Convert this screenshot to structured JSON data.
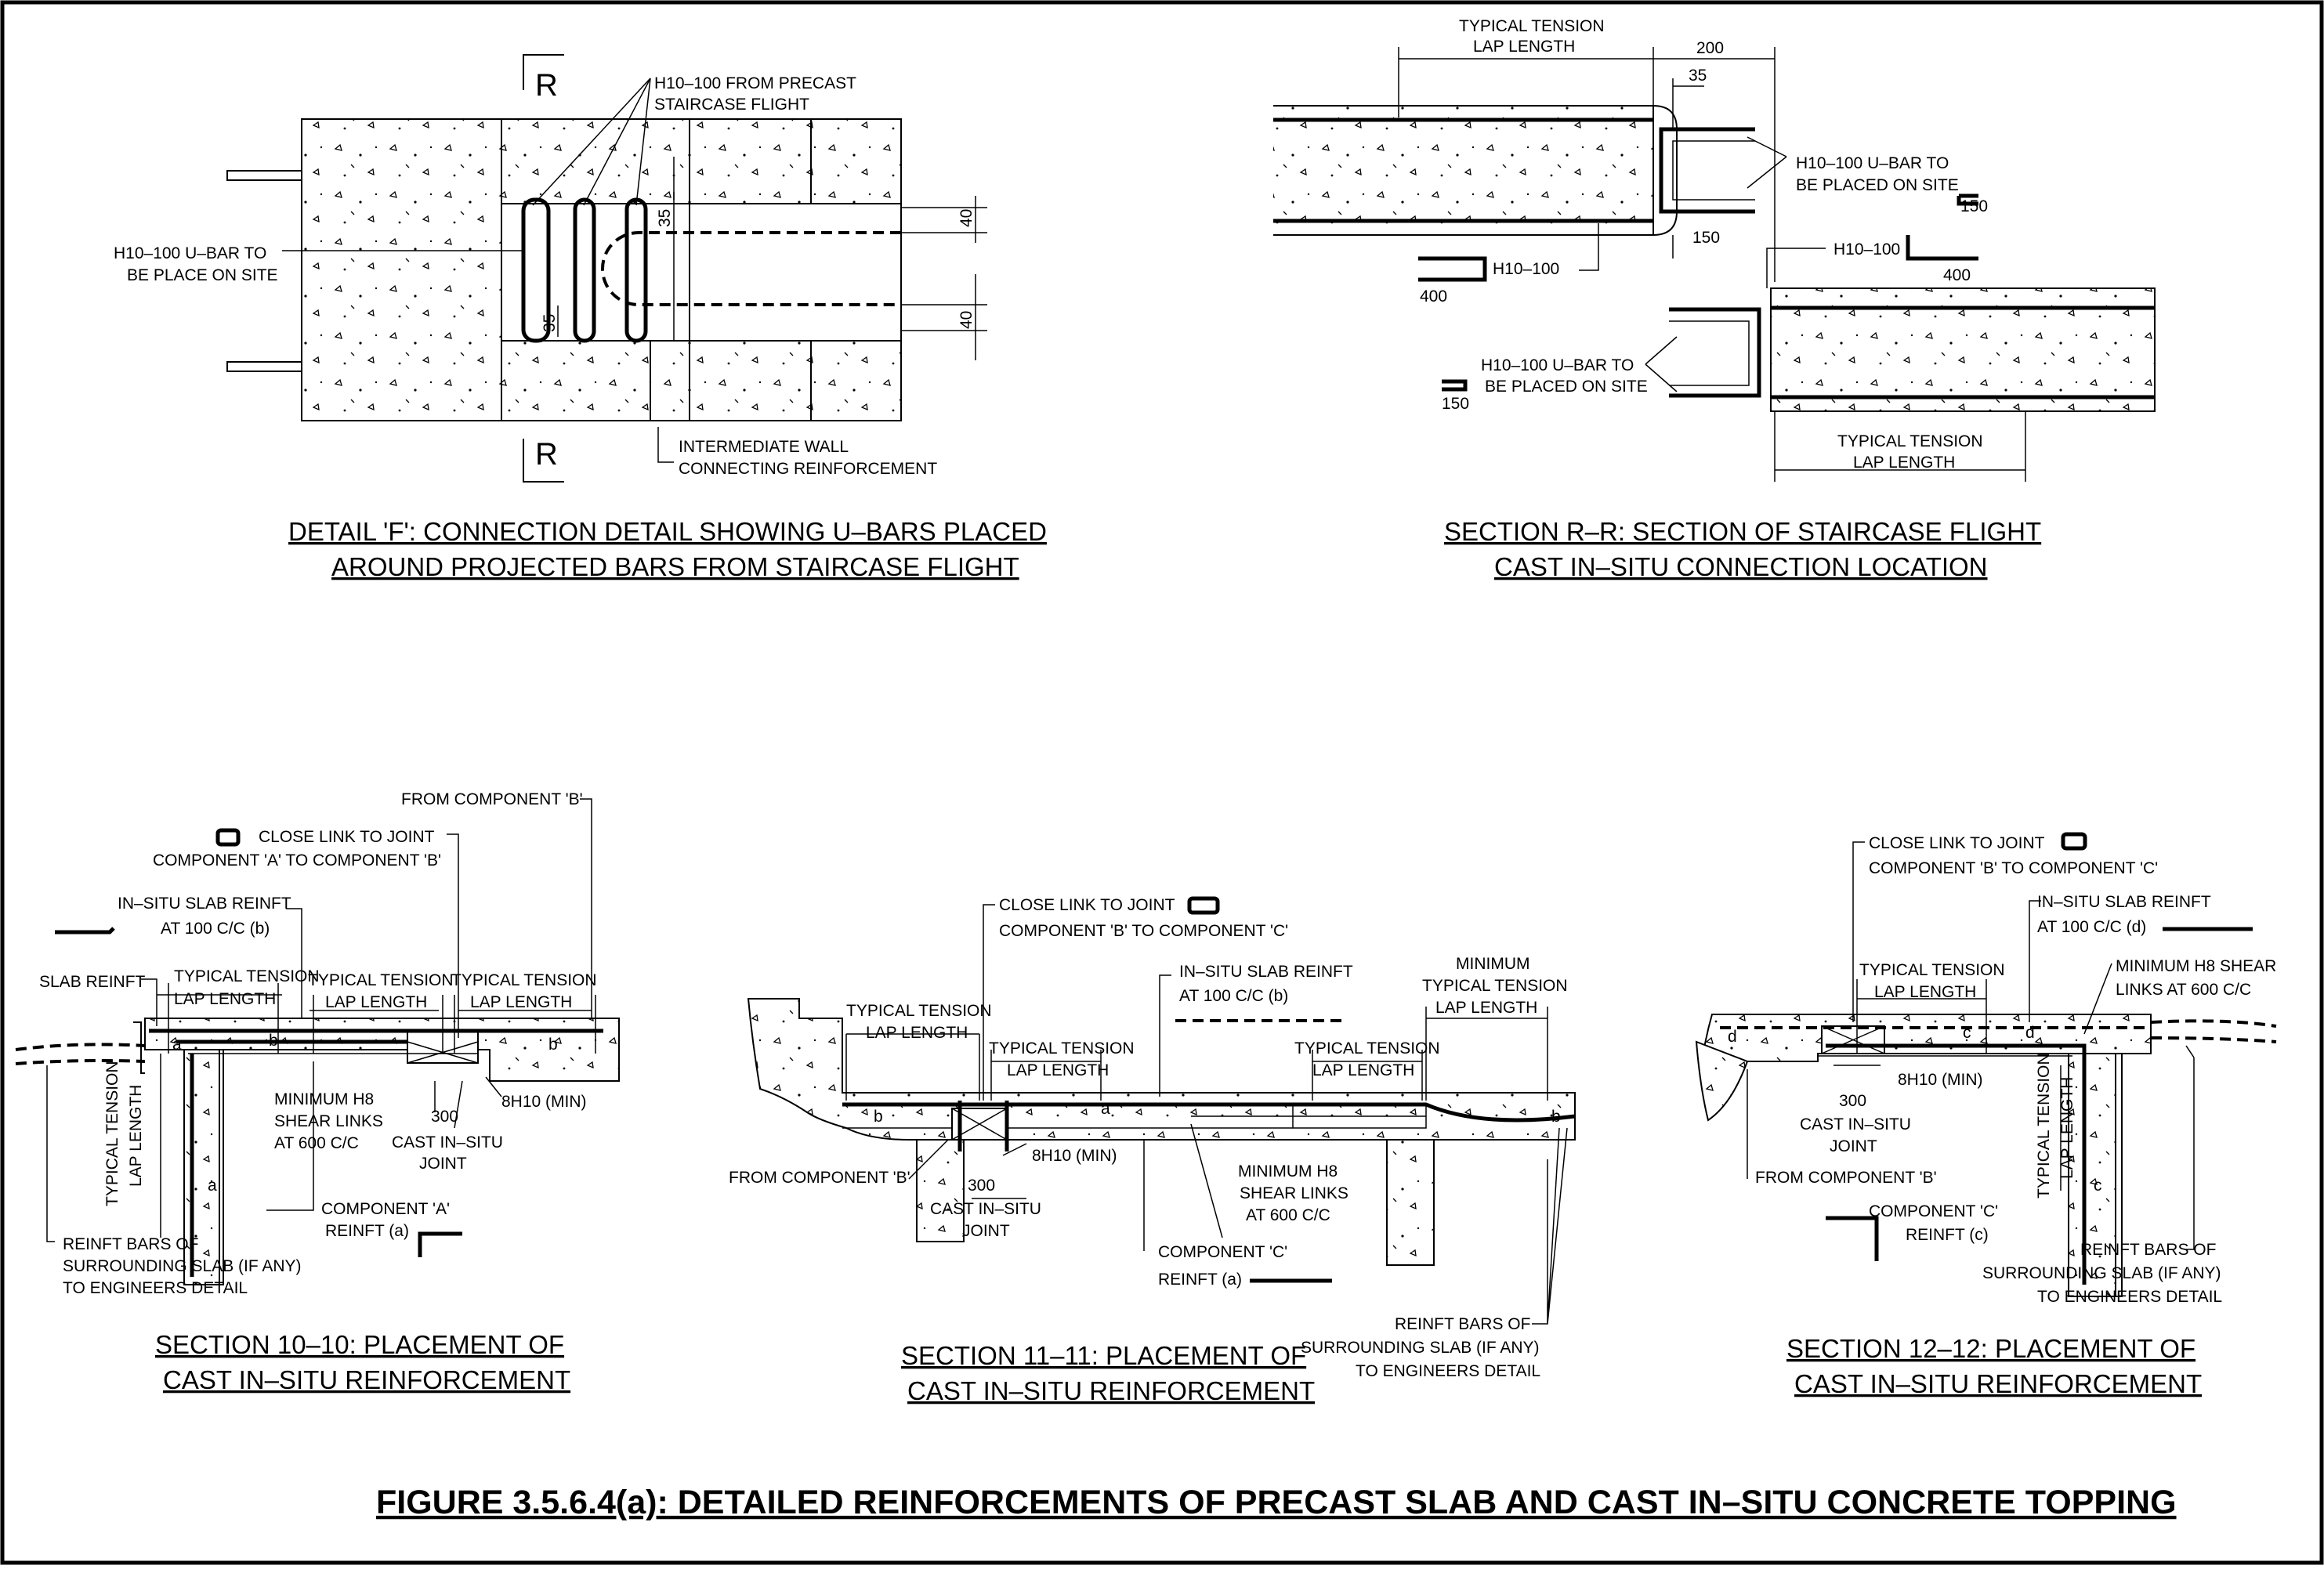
{
  "detail_f": {
    "label_h10_precast_1": "H10–100 FROM PRECAST",
    "label_h10_precast_2": "STAIRCASE FLIGHT",
    "label_ubar_1": "H10–100 U–BAR TO",
    "label_ubar_2": "BE PLACE ON SITE",
    "label_wall_1": "INTERMEDIATE WALL",
    "label_wall_2": "CONNECTING REINFORCEMENT",
    "dim_35_a": "35",
    "dim_35_b": "35",
    "dim_40_a": "40",
    "dim_40_b": "40",
    "section_mark_top": "R",
    "section_mark_bottom": "R",
    "title_1": "DETAIL 'F': CONNECTION DETAIL SHOWING U–BARS PLACED",
    "title_2": "AROUND PROJECTED BARS FROM STAIRCASE FLIGHT"
  },
  "section_rr": {
    "label_lap_top_1": "TYPICAL TENSION",
    "label_lap_top_2": "LAP LENGTH",
    "dim_200": "200",
    "dim_35": "35",
    "label_ubar_right_1": "H10–100 U–BAR TO",
    "label_ubar_right_2": "BE PLACED ON SITE",
    "dim_150_a": "150",
    "dim_150_b": "150",
    "label_h10_a": "H10–100",
    "dim_400_a": "400",
    "label_h10_b": "H10–100",
    "dim_400_b": "400",
    "label_ubar_left_1": "H10–100 U–BAR TO",
    "label_ubar_left_2": "BE PLACED ON SITE",
    "dim_150_c": "150",
    "label_lap_bottom_1": "TYPICAL TENSION",
    "label_lap_bottom_2": "LAP LENGTH",
    "title_1": "SECTION R–R: SECTION OF STAIRCASE FLIGHT",
    "title_2": "CAST IN–SITU CONNECTION LOCATION"
  },
  "section_10": {
    "from_b": "FROM COMPONENT 'B'",
    "close_link_1": "CLOSE LINK TO JOINT",
    "close_link_2": "COMPONENT 'A' TO COMPONENT 'B'",
    "insitu_1": "IN–SITU SLAB REINFT",
    "insitu_2": "AT 100 C/C (b)",
    "slab_reinft": "SLAB REINFT",
    "lap1_1": "TYPICAL TENSION",
    "lap1_2": "LAP LENGTH",
    "lap2_1": "TYPICAL TENSION",
    "lap2_2": "LAP LENGTH",
    "lap3_1": "TYPICAL TENSION",
    "lap3_2": "LAP LENGTH",
    "lap_v_1": "TYPICAL TENSION",
    "lap_v_2": "LAP LENGTH",
    "min_h8_1": "MINIMUM H8",
    "min_h8_2": "SHEAR LINKS",
    "min_h8_3": "AT 600 C/C",
    "dim_300": "300",
    "joint_1": "CAST IN–SITU",
    "joint_2": "JOINT",
    "bars_8h10": "8H10 (MIN)",
    "comp_a_1": "COMPONENT 'A'",
    "comp_a_2": "REINFT (a)",
    "surr_1": "REINFT BARS OF",
    "surr_2": "SURROUNDING SLAB (IF ANY)",
    "surr_3": "TO ENGINEERS DETAIL",
    "mark_a": "a",
    "mark_b1": "b",
    "mark_b2": "b",
    "mark_a2": "a",
    "title_1": "SECTION 10–10: PLACEMENT OF",
    "title_2": "CAST IN–SITU REINFORCEMENT"
  },
  "section_11": {
    "close_link_1": "CLOSE LINK TO JOINT",
    "close_link_2": "COMPONENT 'B' TO COMPONENT 'C'",
    "insitu_1": "IN–SITU SLAB REINFT",
    "insitu_2": "AT 100 C/C (b)",
    "min_lap_1": "MINIMUM",
    "min_lap_2": "TYPICAL TENSION",
    "min_lap_3": "LAP LENGTH",
    "lap1_1": "TYPICAL TENSION",
    "lap1_2": "LAP LENGTH",
    "lap2_1": "TYPICAL TENSION",
    "lap2_2": "LAP LENGTH",
    "lap3_1": "TYPICAL TENSION",
    "lap3_2": "LAP LENGTH",
    "bars_8h10": "8H10 (MIN)",
    "from_b": "FROM COMPONENT 'B'",
    "dim_300": "300",
    "joint_1": "CAST IN–SITU",
    "joint_2": "JOINT",
    "min_h8_1": "MINIMUM H8",
    "min_h8_2": "SHEAR LINKS",
    "min_h8_3": "AT 600 C/C",
    "comp_c_1": "COMPONENT 'C'",
    "comp_c_2": "REINFT (a)",
    "surr_1": "REINFT BARS OF",
    "surr_2": "SURROUNDING SLAB (IF ANY)",
    "surr_3": "TO ENGINEERS DETAIL",
    "mark_b": "b",
    "mark_a": "a",
    "mark_b2": "b",
    "title_1": "SECTION 11–11: PLACEMENT OF",
    "title_2": "CAST IN–SITU REINFORCEMENT"
  },
  "section_12": {
    "close_link_1": "CLOSE LINK TO JOINT",
    "close_link_2": "COMPONENT 'B' TO COMPONENT 'C'",
    "insitu_1": "IN–SITU SLAB REINFT",
    "insitu_2": "AT 100 C/C (d)",
    "lap1_1": "TYPICAL TENSION",
    "lap1_2": "LAP LENGTH",
    "min_h8_1": "MINIMUM H8 SHEAR",
    "min_h8_2": "LINKS AT 600 C/C",
    "bars_8h10": "8H10 (MIN)",
    "dim_300": "300",
    "joint_1": "CAST IN–SITU",
    "joint_2": "JOINT",
    "lap_v_1": "TYPICAL TENSION",
    "lap_v_2": "LAP LENGTH",
    "from_b": "FROM COMPONENT 'B'",
    "comp_c_1": "COMPONENT 'C'",
    "comp_c_2": "REINFT (c)",
    "surr_1": "REINFT BARS OF",
    "surr_2": "SURROUNDING SLAB (IF ANY)",
    "surr_3": "TO ENGINEERS DETAIL",
    "mark_d": "d",
    "mark_c1": "c",
    "mark_c2": "c",
    "mark_d2": "d",
    "title_1": "SECTION 12–12: PLACEMENT OF",
    "title_2": "CAST IN–SITU REINFORCEMENT"
  },
  "figure_caption": "FIGURE 3.5.6.4(a): DETAILED REINFORCEMENTS OF PRECAST SLAB AND CAST IN–SITU CONCRETE TOPPING"
}
